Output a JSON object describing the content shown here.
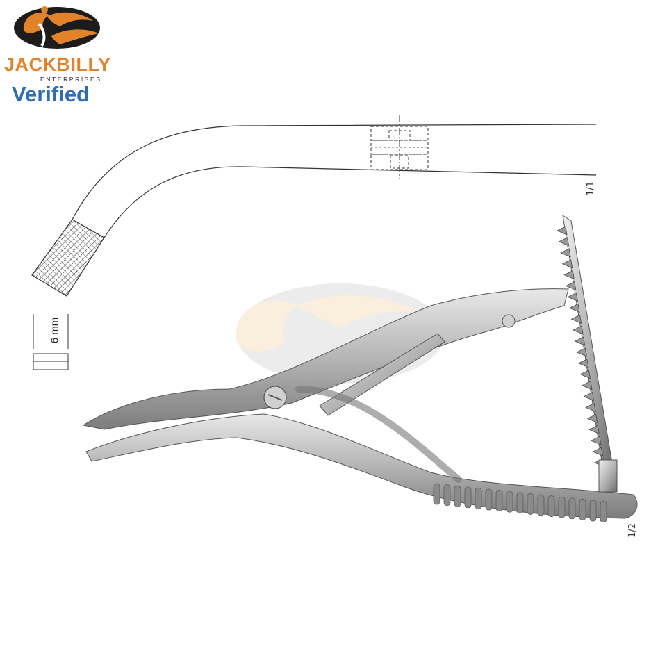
{
  "brand": {
    "name": "JACKBILLY",
    "sub": "ENTERPRISES",
    "verified": "Verified",
    "colors": {
      "orange": "#e2832a",
      "dark": "#1c1c1c",
      "blue": "#2e6db5"
    }
  },
  "drawing": {
    "tip_width_label": "6 mm",
    "scale_top": "1/1",
    "scale_bottom": "1/2"
  }
}
